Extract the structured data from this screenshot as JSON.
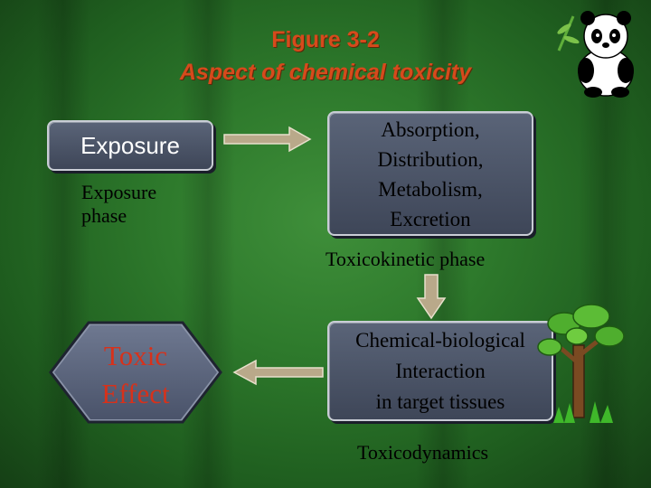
{
  "title": {
    "line1": "Figure 3-2",
    "line2": "Aspect of chemical toxicity"
  },
  "nodes": {
    "exposure": "Exposure",
    "adme": [
      "Absorption,",
      "Distribution,",
      "Metabolism,",
      "Excretion"
    ],
    "chemical_biological": [
      "Chemical-biological",
      "Interaction",
      "in target tissues"
    ],
    "toxic_effect": [
      "Toxic",
      "Effect"
    ]
  },
  "phases": {
    "exposure_phase": [
      "Exposure",
      "phase"
    ],
    "toxicokinetic_phase": "Toxicokinetic phase",
    "toxicodynamics": "Toxicodynamics"
  },
  "colors": {
    "title": "#d64a1c",
    "toxic_effect": "#d8311a",
    "box_fill": "#4e586c",
    "arrow_fill": "#b9a98a"
  },
  "decorations": [
    "panda-icon",
    "tree-icon"
  ]
}
